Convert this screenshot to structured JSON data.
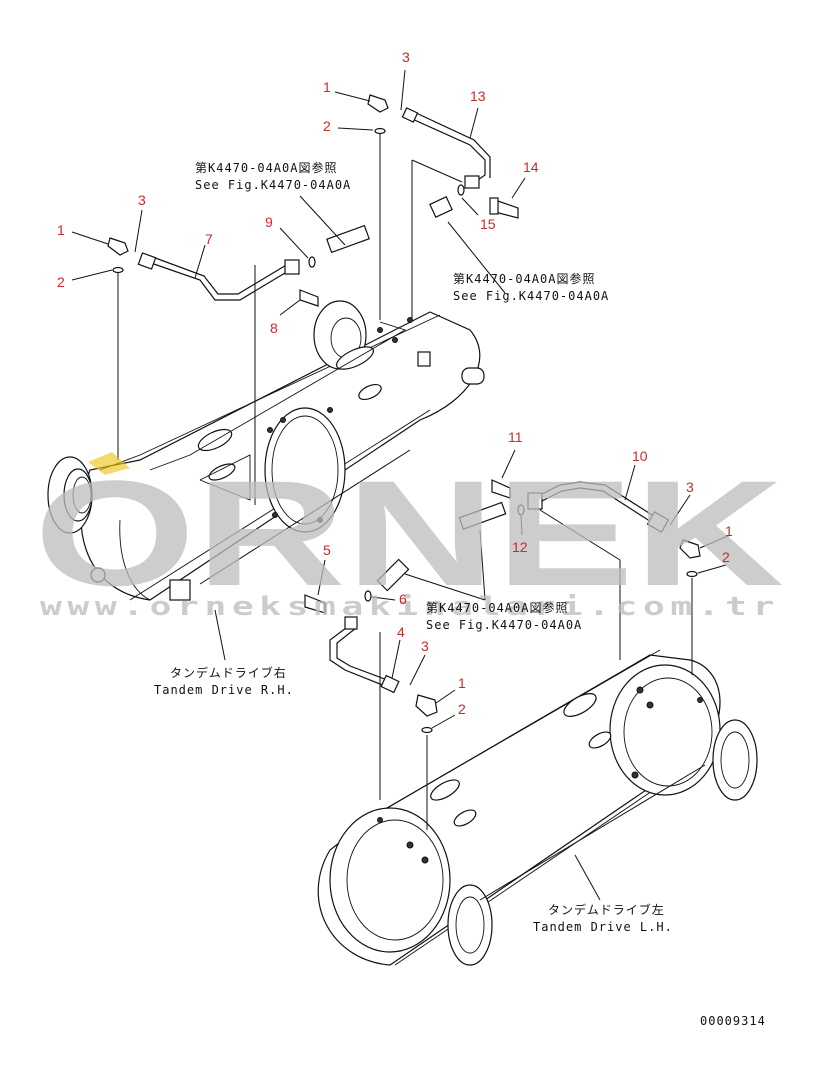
{
  "watermark": {
    "brand": "ORNEK",
    "url": "www.orneksmakinalari.com.tr",
    "logo_color": "#f0c419"
  },
  "references": {
    "ref_top": {
      "jp": "第K4470-04A0A図参照",
      "en": "See Fig.K4470-04A0A"
    },
    "ref_right": {
      "jp": "第K4470-04A0A図参照",
      "en": "See Fig.K4470-04A0A"
    },
    "ref_mid": {
      "jp": "第K4470-04A0A図参照",
      "en": "See Fig.K4470-04A0A"
    }
  },
  "assemblies": {
    "rh": {
      "jp": "タンデムドライブ右",
      "en": "Tandem Drive R.H."
    },
    "lh": {
      "jp": "タンデムドライブ左",
      "en": "Tandem Drive L.H."
    }
  },
  "callouts": {
    "c1": "1",
    "c2": "2",
    "c3": "3",
    "c13": "13",
    "c14": "14",
    "c15": "15",
    "c9": "9",
    "c7": "7",
    "c8": "8",
    "c1b": "1",
    "c2b": "2",
    "c3b": "3",
    "c11": "11",
    "c10": "10",
    "c12": "12",
    "c3c": "3",
    "c1c": "1",
    "c2c": "2",
    "c5": "5",
    "c6": "6",
    "c4": "4",
    "c3d": "3",
    "c1d": "1",
    "c2d": "2"
  },
  "drawing_number": "00009314",
  "colors": {
    "callout": "#cc2a2a",
    "line": "#111111",
    "watermark": "#bdbdbd"
  }
}
